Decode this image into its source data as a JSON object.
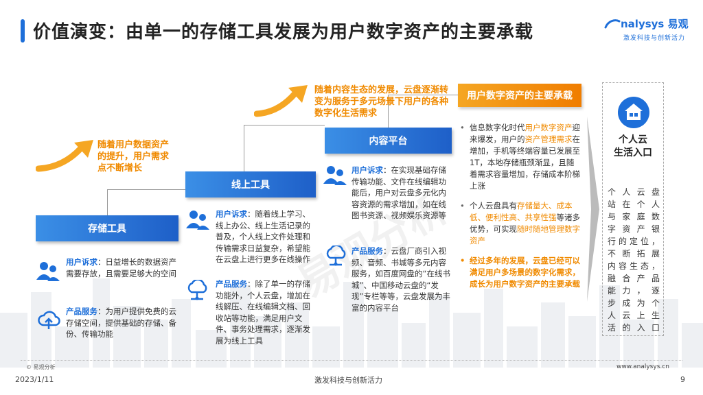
{
  "title": "价值演变：由单一的存储工具发展为用户数字资产的主要承载",
  "logo": {
    "brand": "nalysys",
    "brand_zh": "易观",
    "slogan": "激发科技与创新活力"
  },
  "watermark": "易观分析",
  "stages": [
    {
      "label": "存储工具"
    },
    {
      "label": "线上工具"
    },
    {
      "label": "内容平台"
    }
  ],
  "notes": [
    "随着用户数据资产的提升，用户需求点不断增长",
    "随着内容生态的发展，云盘逐渐转变为服务于多元场景下用户的各种数字化生活需求"
  ],
  "blocks": {
    "s1_need_label": "用户诉求",
    "s1_need": "：日益增长的数据资产需要存放，且需要足够大的空间",
    "s1_prod_label": "产品服务",
    "s1_prod": "：为用户提供免费的云存储空间，提供基础的存储、备份、传输功能",
    "s2_need_label": "用户诉求",
    "s2_need": "：随着线上学习、线上办公、线上生活记录的普及，个人线上文件处理和传输需求日益复杂，希望能在云盘上进行更多在线操作",
    "s2_prod_label": "产品服务",
    "s2_prod": "：除了单一的存储功能外，个人云盘，增加在线解压、在线编辑文档、回收站等功能，满足用户文件、事务处理需求，逐渐发展为线上工具",
    "s3_need_label": "用户诉求",
    "s3_need": "：在实现基础存储传输功能、文件在线编辑功能后，用户对云盘多元化内容资源的需求增加，如在线图书资源、视频娱乐资源等",
    "s3_prod_label": "产品服务",
    "s3_prod": "：云盘厂商引入视频、音频、书城等多元内容服务，如百度网盘的“在线书城”、中国移动云盘的“发现”专栏等等，云盘发展为丰富的内容平台"
  },
  "carrier": {
    "header": "用户数字资产的主要承载",
    "b1_a": "信息数字化时代",
    "b1_hl1": "用户数字资产",
    "b1_b": "迎来爆发，用户的",
    "b1_hl2": "资产管理需求",
    "b1_c": "在增加，手机等终端容量已发展至1T，本地存储瓶颈渐显，且随着需求容量增加，存储成本阶梯上涨",
    "b2_a": "个人云盘具有",
    "b2_hl1": "存储量大、成本低、便利性高、共享性强",
    "b2_b": "等诸多优势，可实现",
    "b2_hl2": "随时随地管理数字资产",
    "b3": "经过多年的发展，云盘已经可以满足用户多场景的数字化需求，成长为用户数字资产的主要承载"
  },
  "right_panel": {
    "title_1": "个人云",
    "title_2": "生活入口",
    "body": [
      "个人云盘",
      "站在个人",
      "与家庭数",
      "字资产银",
      "行的定位，",
      "不断拓展",
      "内容生态，",
      "融合产品",
      "能力，逐",
      "步成为个",
      "人云上生",
      "活的入口"
    ]
  },
  "footer": {
    "copyright": "© 易观分析",
    "date": "2023/1/11",
    "slogan": "激发科技与创新活力",
    "url": "www.analysys.cn",
    "page": "9"
  },
  "colors": {
    "accent_blue": "#1e6fd9",
    "accent_orange": "#f08a00"
  }
}
